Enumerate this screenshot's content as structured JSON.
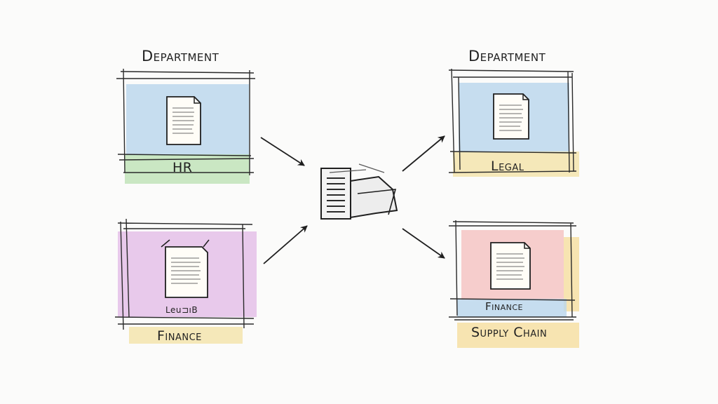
{
  "diagram": {
    "top_left": {
      "heading": "Department",
      "department": "HR",
      "colors": {
        "panel": "#b9d6ec",
        "strip": "#b9e0b0"
      }
    },
    "bottom_left": {
      "department": "Finance",
      "inner_label": "Leu⊐ıB",
      "colors": {
        "panel": "#e2b8e6",
        "strip": "#f3e2a3"
      }
    },
    "top_right": {
      "heading": "Department",
      "department": "Legal",
      "colors": {
        "panel": "#b9d6ec",
        "strip": "#f3e2a3"
      }
    },
    "bottom_right": {
      "inner_label": "Finance",
      "department": "Supply Chain",
      "colors": {
        "panel": "#f5c2c0",
        "accent": "#f6dc98",
        "strip": "#b9d6ec",
        "outer_strip": "#f6dc98"
      }
    },
    "center": {
      "icon": "folder-icon"
    },
    "icons": {
      "document": "document-icon",
      "arrow": "arrow-icon"
    }
  }
}
